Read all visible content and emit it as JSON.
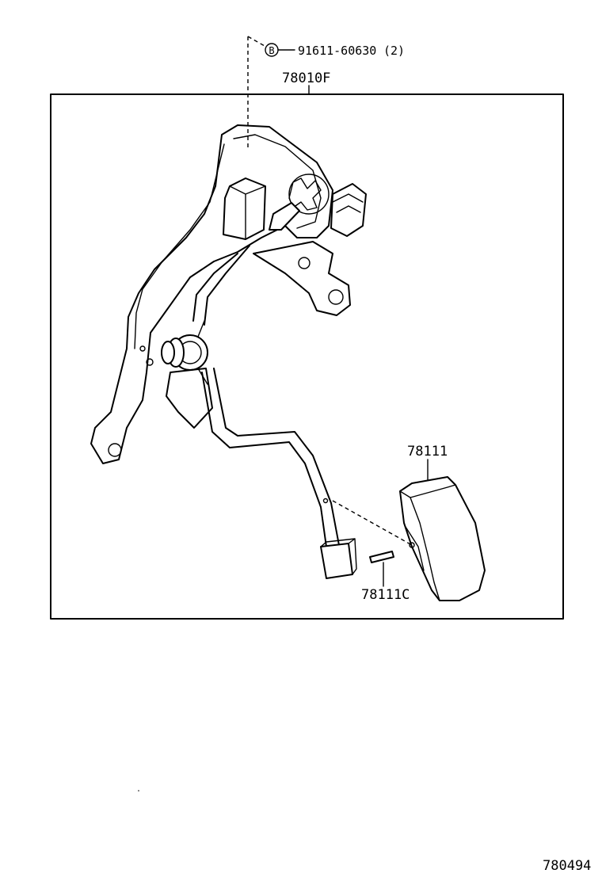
{
  "diagram": {
    "callouts": {
      "bolt_part": "91611-60630",
      "bolt_qty": "(2)",
      "bolt_marker": "B",
      "assembly_part": "78010F",
      "pedal_pad_part": "78111",
      "pin_part": "78111C"
    },
    "figure_number": "780494"
  }
}
